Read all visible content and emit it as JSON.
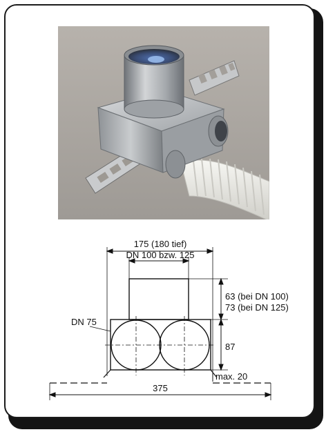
{
  "photo": {
    "icon": "ventilation-distribution-box-photo"
  },
  "drawing": {
    "label_total_width": "175 (180 tief)",
    "label_collar": "DN 100 bzw. 125",
    "label_height_dn100": "63 (bei DN 100)",
    "label_height_dn125": "73 (bei DN 125)",
    "label_branch": "DN 75",
    "label_box_height": "87",
    "label_flange": "max. 20",
    "label_overall_width": "375"
  },
  "colors": {
    "frame": "#1a1a1a",
    "shadow": "#141414",
    "photo_background": "#a8a49f",
    "metal": "#b9bcbf",
    "hose": "#ecebe6"
  }
}
